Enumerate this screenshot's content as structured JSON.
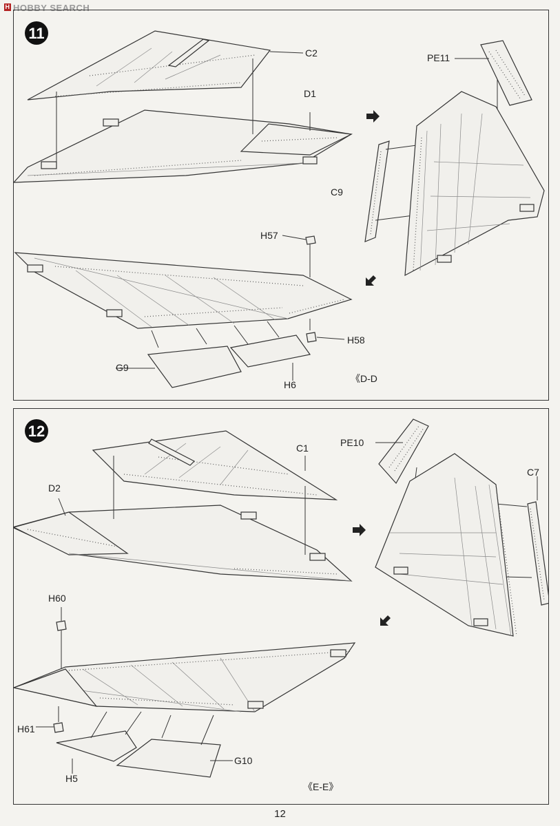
{
  "watermark": "HOBBY SEARCH",
  "page_number": "12",
  "steps": [
    {
      "number": "11",
      "view_label": "《D-D",
      "parts": [
        "C2",
        "D1",
        "PE11",
        "C9",
        "H57",
        "H58",
        "G9",
        "H6"
      ]
    },
    {
      "number": "12",
      "view_label": "《E-E》",
      "parts": [
        "C1",
        "D2",
        "PE10",
        "C7",
        "H60",
        "H61",
        "H5",
        "G10"
      ]
    }
  ]
}
